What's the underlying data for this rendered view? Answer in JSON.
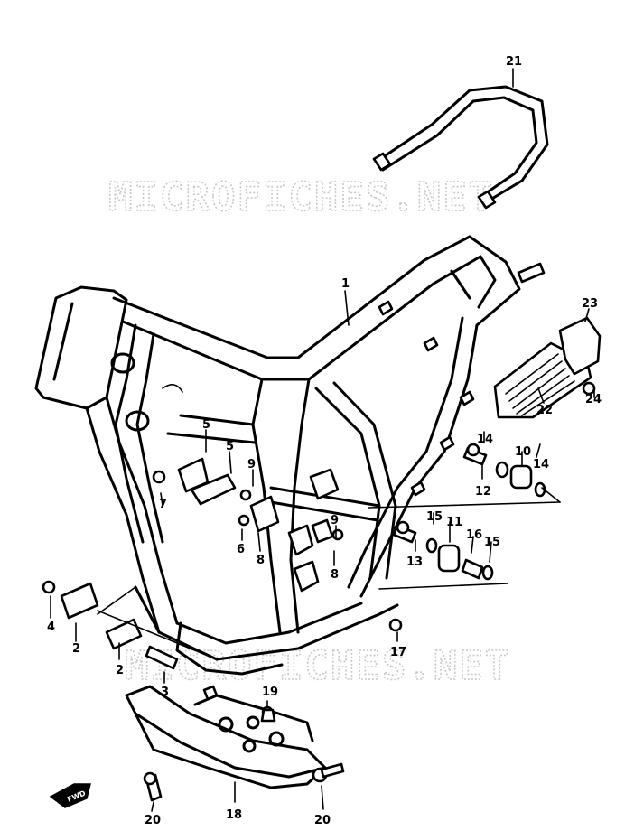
{
  "watermark": "MICROFICHES.NET",
  "fwd_label": "FWD",
  "callouts": {
    "c1": "1",
    "c2a": "2",
    "c2b": "2",
    "c3": "3",
    "c4": "4",
    "c5a": "5",
    "c5b": "5",
    "c6": "6",
    "c7": "7",
    "c8a": "8",
    "c8b": "8",
    "c9a": "9",
    "c9b": "9",
    "c10": "10",
    "c11": "11",
    "c12": "12",
    "c13": "13",
    "c14a": "14",
    "c14b": "14",
    "c15a": "15",
    "c15b": "15",
    "c16": "16",
    "c17": "17",
    "c18": "18",
    "c19": "19",
    "c20a": "20",
    "c20b": "20",
    "c21": "21",
    "c22": "22",
    "c23": "23",
    "c24": "24"
  }
}
